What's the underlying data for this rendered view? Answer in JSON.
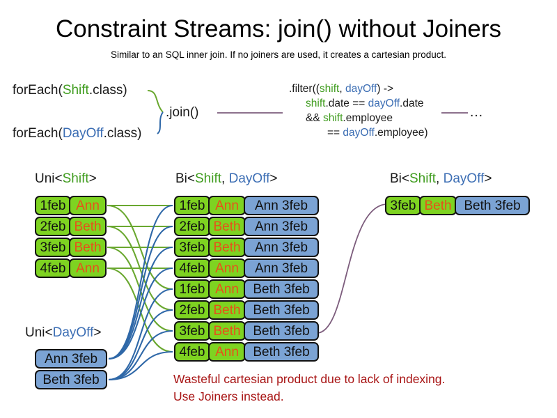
{
  "header": {
    "title": "Constraint Streams: join() without Joiners",
    "subtitle": "Similar to an SQL inner join. If no joiners are used, it creates a cartesian product."
  },
  "code": {
    "foreach_shift": {
      "prefix": "forEach(",
      "type": "Shift",
      "suffix": ".class)"
    },
    "foreach_dayoff": {
      "prefix": "forEach(",
      "type": "DayOff",
      "suffix": ".class)"
    },
    "join_call": ".join()",
    "ellipsis": "…",
    "filter": {
      "line1_a": ".filter((",
      "line1_shift": "shift",
      "line1_comma": ", ",
      "line1_dayoff": "dayOff",
      "line1_b": ") ->",
      "line2_shift": "shift",
      "line2_mid": ".date == ",
      "line2_dayoff": "dayOff",
      "line2_end": ".date",
      "line3_a": "&& ",
      "line3_shift": "shift",
      "line3_end": ".employee",
      "line4_a": "== ",
      "line4_dayoff": "dayOff",
      "line4_end": ".employee)"
    }
  },
  "labels": {
    "uni_shift": {
      "a": "Uni<",
      "type": "Shift",
      "b": ">"
    },
    "bi_middle": {
      "a": "Bi<",
      "type1": "Shift",
      "comma": ", ",
      "type2": "DayOff",
      "b": ">"
    },
    "bi_right": {
      "a": "Bi<",
      "type1": "Shift",
      "comma": ", ",
      "type2": "DayOff",
      "b": ">"
    },
    "uni_dayoff": {
      "a": "Uni<",
      "type": "DayOff",
      "b": ">"
    }
  },
  "shift_stream": {
    "cards": [
      {
        "date": "1feb",
        "employee": "Ann"
      },
      {
        "date": "2feb",
        "employee": "Beth"
      },
      {
        "date": "3feb",
        "employee": "Beth"
      },
      {
        "date": "4feb",
        "employee": "Ann"
      }
    ]
  },
  "dayoff_stream": {
    "cards": [
      {
        "pair": "Ann 3feb"
      },
      {
        "pair": "Beth 3feb"
      }
    ]
  },
  "cartesian_stream": {
    "cards": [
      {
        "date": "1feb",
        "employee": "Ann",
        "dayoff": "Ann 3feb"
      },
      {
        "date": "2feb",
        "employee": "Beth",
        "dayoff": "Ann 3feb"
      },
      {
        "date": "3feb",
        "employee": "Beth",
        "dayoff": "Ann 3feb"
      },
      {
        "date": "4feb",
        "employee": "Ann",
        "dayoff": "Ann 3feb"
      },
      {
        "date": "1feb",
        "employee": "Ann",
        "dayoff": "Beth 3feb"
      },
      {
        "date": "2feb",
        "employee": "Beth",
        "dayoff": "Beth 3feb"
      },
      {
        "date": "3feb",
        "employee": "Beth",
        "dayoff": "Beth 3feb"
      },
      {
        "date": "4feb",
        "employee": "Ann",
        "dayoff": "Beth 3feb"
      }
    ]
  },
  "filtered_stream": {
    "cards": [
      {
        "date": "3feb",
        "employee": "Beth",
        "dayoff": "Beth 3feb"
      }
    ]
  },
  "warning": {
    "line1": "Wasteful cartesian product due to lack of indexing.",
    "line2": "Use Joiners instead."
  },
  "colors": {
    "shift_green": "#3f9c1e",
    "dayoff_blue": "#3c6eb4",
    "card_green": "#7ed321",
    "card_blue": "#7ba3d4",
    "employee_orange": "#e8501a",
    "warning_red": "#a81414",
    "connector_purple": "#7d5d7d",
    "connector_green": "#6aa830",
    "connector_blue": "#2f68a8"
  }
}
